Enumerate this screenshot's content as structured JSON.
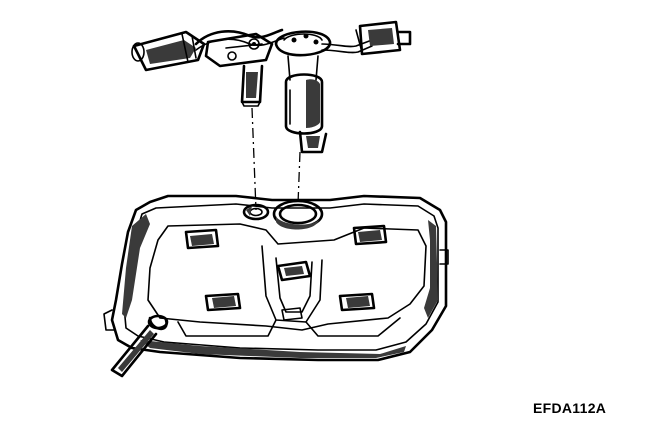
{
  "figure": {
    "code_label": "EFDA112A"
  },
  "parts": [
    {
      "name": "fuel-sender-unit",
      "icon": "sender-icon"
    },
    {
      "name": "fuel-pump-assembly",
      "icon": "pump-icon"
    },
    {
      "name": "fuel-tank",
      "icon": "tank-icon"
    }
  ]
}
